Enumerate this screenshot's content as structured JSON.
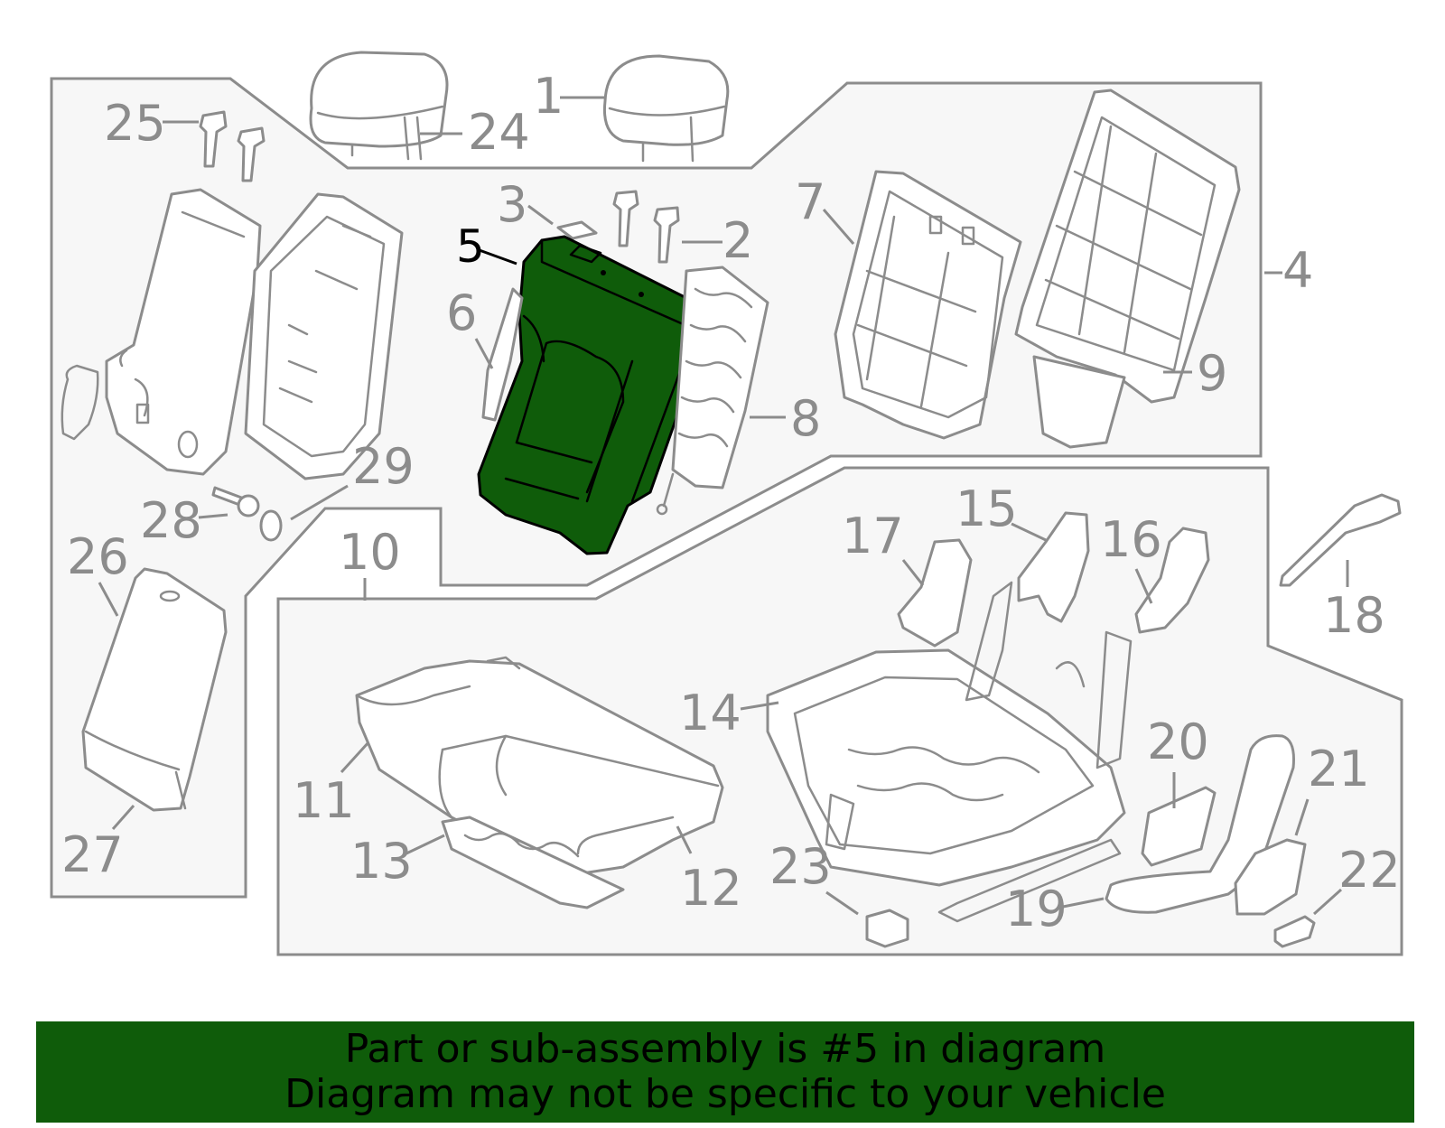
{
  "colors": {
    "highlight": "#0f5c0a",
    "banner": "#0f5c0a",
    "line": "#8c8c8c",
    "panel": "#f7f7f7"
  },
  "highlighted_callout": "5",
  "callouts": {
    "c1": "1",
    "c2": "2",
    "c3": "3",
    "c4": "4",
    "c5": "5",
    "c6": "6",
    "c7": "7",
    "c8": "8",
    "c9": "9",
    "c10": "10",
    "c11": "11",
    "c12": "12",
    "c13": "13",
    "c14": "14",
    "c15": "15",
    "c16": "16",
    "c17": "17",
    "c18": "18",
    "c19": "19",
    "c20": "20",
    "c21": "21",
    "c22": "22",
    "c23": "23",
    "c24": "24",
    "c25": "25",
    "c26": "26",
    "c27": "27",
    "c28": "28",
    "c29": "29"
  },
  "banner": {
    "line1": "Part or sub-assembly is #5 in diagram",
    "line2": "Diagram may not be specific to your vehicle"
  }
}
